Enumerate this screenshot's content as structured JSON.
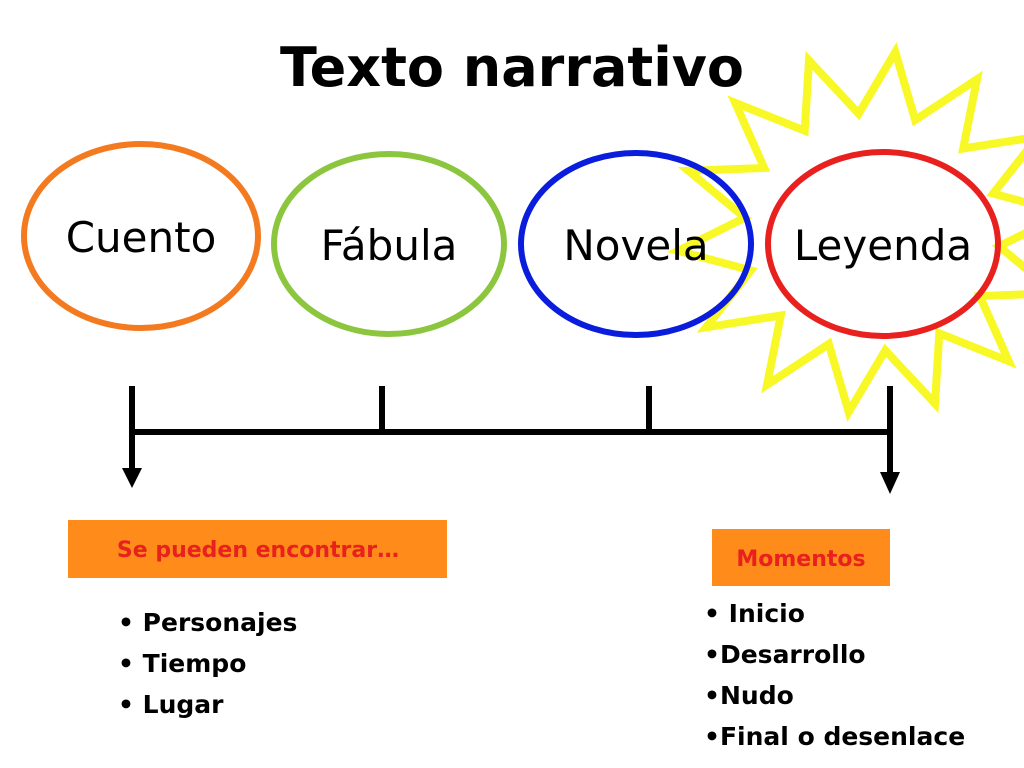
{
  "title": "Texto narrativo",
  "genres": [
    {
      "label": "Cuento",
      "color": "#f47a20"
    },
    {
      "label": "Fábula",
      "color": "#8cc63f"
    },
    {
      "label": "Novela",
      "color": "#0a1cdc"
    },
    {
      "label": "Leyenda",
      "color": "#e8201e"
    }
  ],
  "starburst_color": "#f8f826",
  "left_box": {
    "label": "Se pueden encontrar…",
    "background": "#ff8c1a",
    "text_color": "#e8201e",
    "items": [
      "• Personajes",
      "• Tiempo",
      "• Lugar"
    ]
  },
  "right_box": {
    "label": "Momentos",
    "background": "#ff8c1a",
    "text_color": "#e8201e",
    "items": [
      "• Inicio",
      "•Desarrollo",
      "•Nudo",
      "•Final o desenlace"
    ]
  }
}
